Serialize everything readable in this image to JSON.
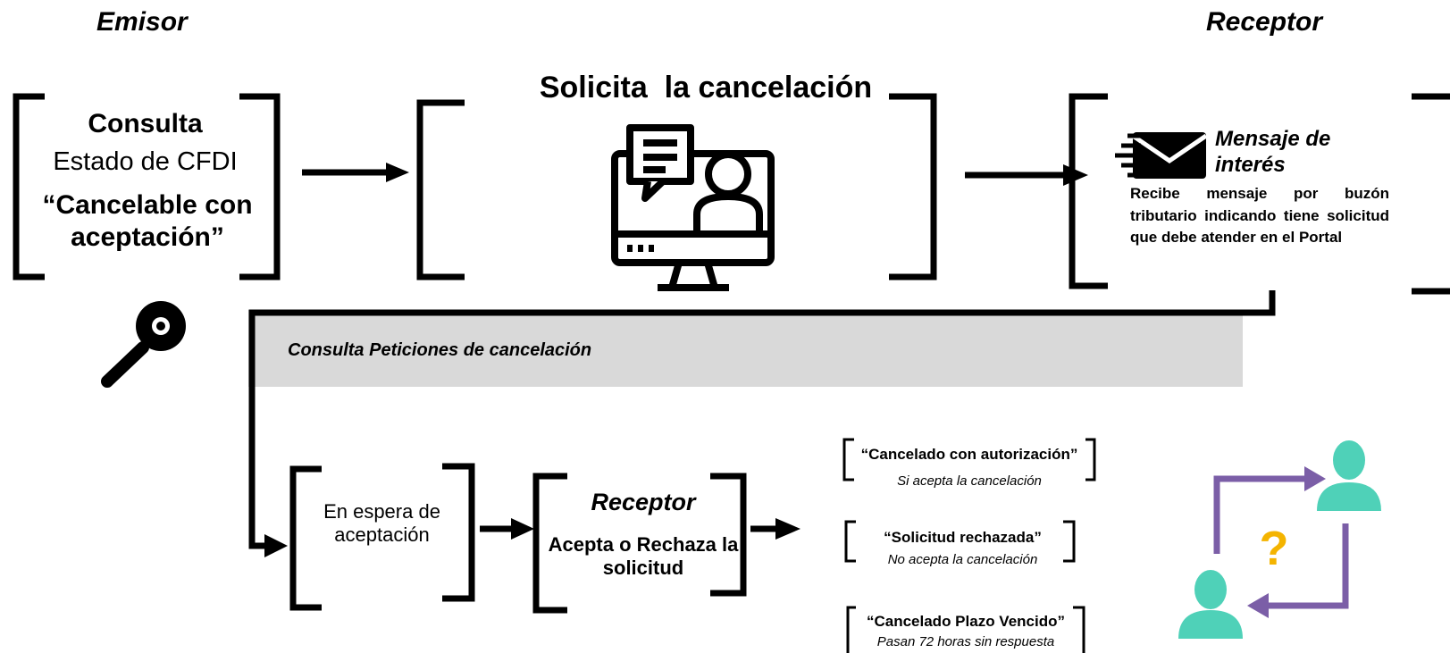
{
  "roles": {
    "emisor": "Emisor",
    "receptor": "Receptor"
  },
  "step1": {
    "title": "Consulta",
    "subtitle": "Estado de CFDI",
    "status": "“Cancelable con aceptación”"
  },
  "step2": {
    "title": "Solicita  la cancelación"
  },
  "step3": {
    "title": "Mensaje de interés",
    "body": "Recibe mensaje  por buzón tributario indicando tiene solicitud que debe atender en el Portal"
  },
  "band": {
    "label": "Consulta Peticiones de cancelación"
  },
  "waiting": {
    "label": "En espera de aceptación"
  },
  "decision": {
    "role": "Receptor",
    "text": "Acepta o Rechaza la solicitud"
  },
  "outcomes": [
    {
      "status": "“Cancelado con autorización”",
      "note": "Si acepta la cancelación"
    },
    {
      "status": "“Solicitud rechazada”",
      "note": "No acepta la cancelación"
    },
    {
      "status": "“Cancelado Plazo Vencido”",
      "note": "Pasan 72 horas sin respuesta"
    }
  ],
  "icons": [
    "magnifier-icon",
    "computer-user-chat-icon",
    "envelope-fast-icon",
    "users-exchange-question-icon"
  ],
  "colors": {
    "band": "#d9d9d9",
    "user": "#4fd1b8",
    "arrow_purple": "#7b5ea7",
    "question": "#f4b400"
  }
}
